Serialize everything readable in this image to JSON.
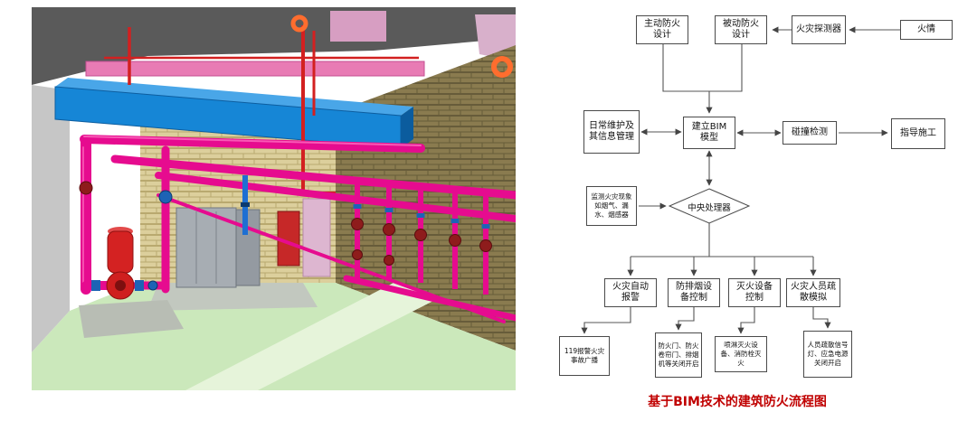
{
  "figure": {
    "left_panel": {
      "kind": "BIM 3D fire-pump-room rendering",
      "colors": {
        "pipe_magenta": "#e60b8f",
        "duct_blue": "#1686d6",
        "pump_red": "#d42222",
        "floor_green": "#cbe8bb",
        "brick_tan": "#dccf9c",
        "brick_dark": "#8a7b4f"
      }
    },
    "flowchart": {
      "nodes": {
        "active_fire_design": "主动防火设计",
        "passive_fire_design": "被动防火设计",
        "fire_detector": "火灾探测器",
        "fire_event": "火情",
        "daily_maintenance": "日常维护及其信息管理",
        "build_bim_model": "建立BIM模型",
        "collision_detection": "碰撞检测",
        "guide_construction": "指导施工",
        "monitor_note": "监测火灾现象如烟气、漏水、烟感器",
        "central_processor": "中央处理器",
        "auto_fire_alarm": "火灾自动报警",
        "smoke_control": "防排烟设备控制",
        "extinguish_control": "灭火设备控制",
        "evacuation_simulation": "火灾人员疏散模拟",
        "alarm_broadcast": "119报警火灾事故广播",
        "fire_doors": "防火门、防火卷帘门、排烟机等关闭开启",
        "sprinkler_hydrant": "喷淋灭火设备、消防栓灭火",
        "evacuation_lights": "人员疏散信号灯、应急电源关闭开启"
      },
      "caption": "基于BIM技术的建筑防火流程图",
      "caption_color": "#c00000"
    }
  }
}
